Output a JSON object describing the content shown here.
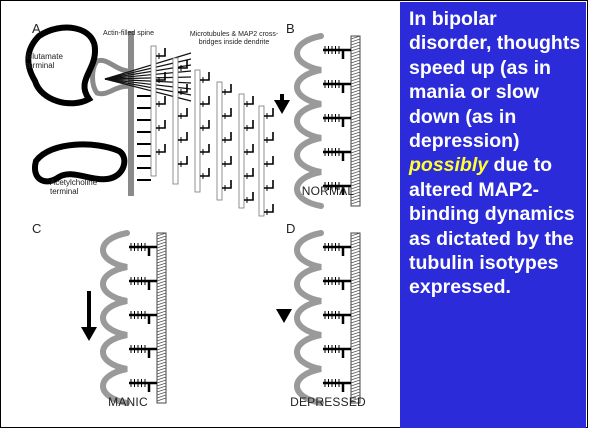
{
  "panels": [
    {
      "id": "A",
      "letter": "A",
      "caption": ""
    },
    {
      "id": "B",
      "letter": "B",
      "caption": "NORMAL"
    },
    {
      "id": "C",
      "letter": "C",
      "caption": "MANIC"
    },
    {
      "id": "D",
      "letter": "D",
      "caption": "DEPRESSED"
    }
  ],
  "panel_a_labels": {
    "spine": "Actin-filled spine",
    "glutamate": "Glutamate terminal",
    "acetylcholine": "Acetylcholine terminal",
    "microtubules": "Microtubules & MAP2 cross-bridges inside dendrite"
  },
  "callout": {
    "part1": "In bipolar disorder, thoughts speed up (as in mania or slow down (as in depression) ",
    "highlight": "possibly",
    "part2": " due to altered MAP2-binding dynamics as dictated by the tubulin isotypes expressed."
  },
  "colors": {
    "callout_background": "#2b2bd9",
    "callout_text": "#ffffff",
    "highlight_text": "#ffff33"
  }
}
